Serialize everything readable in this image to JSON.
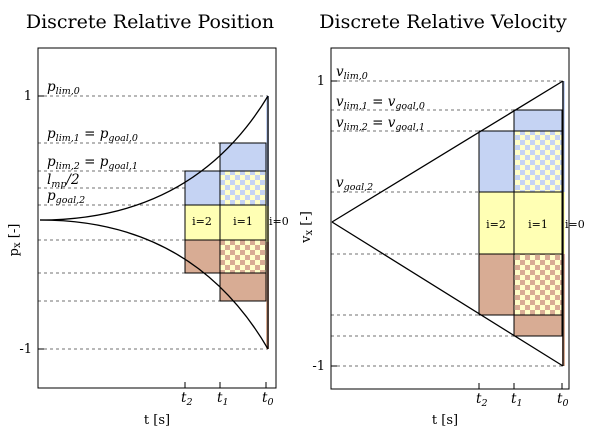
{
  "colors": {
    "blue": "#c5d3f3",
    "yellow": "#ffffb4",
    "brown": "#d8ac94",
    "checker_light": "#ffffc8",
    "line": "#000000",
    "dash": "#444444"
  },
  "panels": [
    {
      "id": "position",
      "title": "Discrete Relative Position",
      "ylabel": {
        "main": "p",
        "sub": "x",
        "unit": " [-]"
      },
      "xlabel": "t [s]",
      "yticks": [
        "1",
        "-1"
      ],
      "xticks": [
        {
          "main": "t",
          "sub": "2"
        },
        {
          "main": "t",
          "sub": "1"
        },
        {
          "main": "t",
          "sub": "0"
        }
      ],
      "regions": [
        "i=2",
        "i=1",
        "i=0"
      ],
      "annotations": [
        {
          "id": "plim0",
          "parts": [
            {
              "t": "p"
            },
            {
              "t": "lim,0",
              "sub": true
            }
          ]
        },
        {
          "id": "plim1",
          "parts": [
            {
              "t": "p"
            },
            {
              "t": "lim,1",
              "sub": true
            },
            {
              "t": " = p"
            },
            {
              "t": "goal,0",
              "sub": true
            }
          ]
        },
        {
          "id": "plim2",
          "parts": [
            {
              "t": "p"
            },
            {
              "t": "lim,2",
              "sub": true
            },
            {
              "t": " = p"
            },
            {
              "t": "goal,1",
              "sub": true
            }
          ]
        },
        {
          "id": "lmp",
          "parts": [
            {
              "t": "l"
            },
            {
              "t": "mp",
              "sub": true
            },
            {
              "t": "/2"
            }
          ]
        },
        {
          "id": "pgoal2",
          "parts": [
            {
              "t": "p"
            },
            {
              "t": "goal,2",
              "sub": true
            }
          ]
        }
      ]
    },
    {
      "id": "velocity",
      "title": "Discrete Relative Velocity",
      "ylabel": {
        "main": "v",
        "sub": "x",
        "unit": " [-]"
      },
      "xlabel": "t [s]",
      "yticks": [
        "1",
        "-1"
      ],
      "xticks": [
        {
          "main": "t",
          "sub": "2"
        },
        {
          "main": "t",
          "sub": "1"
        },
        {
          "main": "t",
          "sub": "0"
        }
      ],
      "regions": [
        "i=2",
        "i=1",
        "i=0"
      ],
      "annotations": [
        {
          "id": "vlim0",
          "parts": [
            {
              "t": "v"
            },
            {
              "t": "lim,0",
              "sub": true
            }
          ]
        },
        {
          "id": "vlim1",
          "parts": [
            {
              "t": "v"
            },
            {
              "t": "lim,1",
              "sub": true
            },
            {
              "t": " = v"
            },
            {
              "t": "goal,0",
              "sub": true
            }
          ]
        },
        {
          "id": "vlim2",
          "parts": [
            {
              "t": "v"
            },
            {
              "t": "lim,2",
              "sub": true
            },
            {
              "t": " = v"
            },
            {
              "t": "goal,1",
              "sub": true
            }
          ]
        },
        {
          "id": "vgoal2",
          "parts": [
            {
              "t": "v"
            },
            {
              "t": "goal,2",
              "sub": true
            }
          ]
        }
      ]
    }
  ]
}
